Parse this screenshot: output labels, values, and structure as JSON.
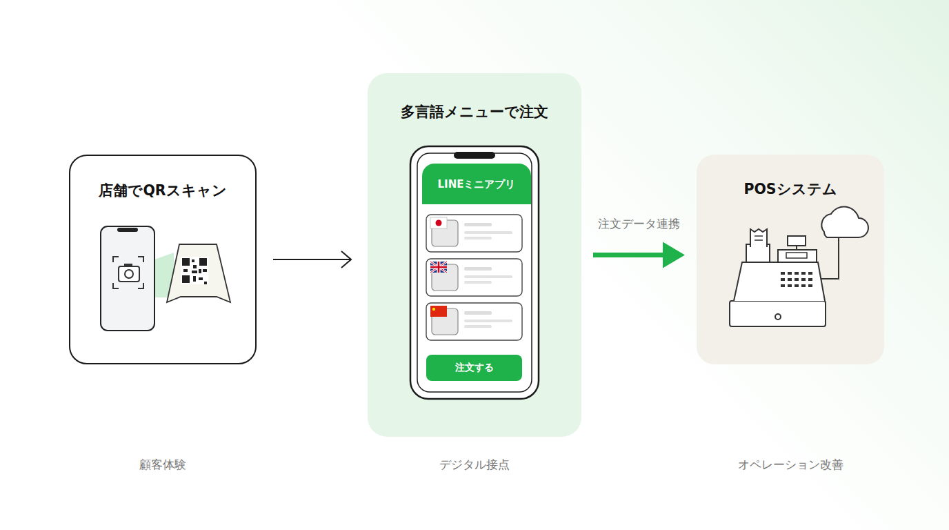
{
  "diagram": {
    "nodes": [
      {
        "text": [
          "店舗でQRスキャン"
        ]
      },
      {
        "text": [
          "多言語メニューで注文"
        ]
      },
      {
        "text": [
          "LINEミニアプリ"
        ],
        "in": 1
      },
      {
        "text": [
          "注文する"
        ],
        "in": 1
      },
      {
        "text": [
          "POSシステム"
        ]
      }
    ],
    "edges": [
      {
        "from": 0,
        "to": 1,
        "arrow": "to"
      },
      {
        "from": 1,
        "to": 4,
        "label": "注文データ連携",
        "arrow": "to"
      }
    ],
    "labels": [
      "顧客体験",
      "デジタル接点",
      "オペレーション改善"
    ]
  }
}
